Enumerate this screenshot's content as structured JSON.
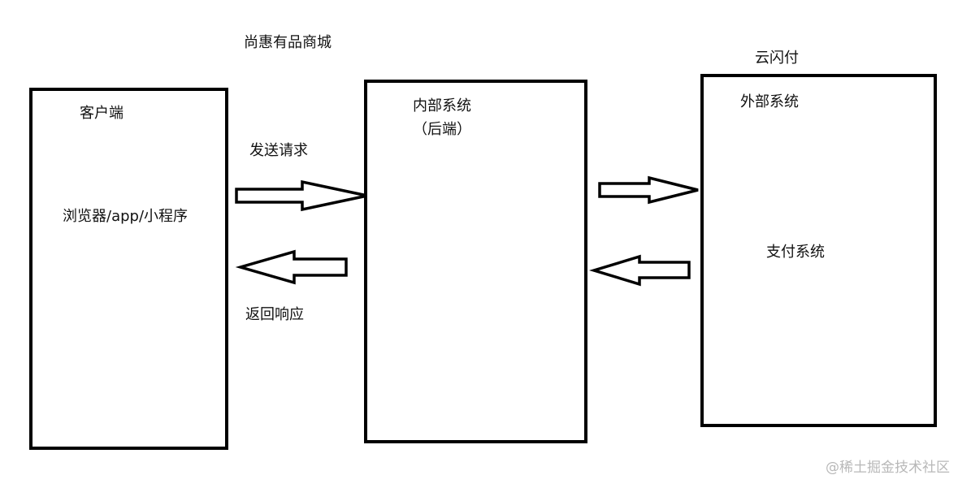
{
  "top_label": "尚惠有品商城",
  "client": {
    "title": "客户端",
    "subtitle": "浏览器/app/小程序"
  },
  "backend": {
    "title": "内部系统",
    "subtitle": "（后端）"
  },
  "external": {
    "group_label": "云闪付",
    "title": "外部系统",
    "subtitle": "支付系统"
  },
  "arrows": {
    "request_label": "发送请求",
    "response_label": "返回响应"
  },
  "watermark": "@稀土掘金技术社区"
}
